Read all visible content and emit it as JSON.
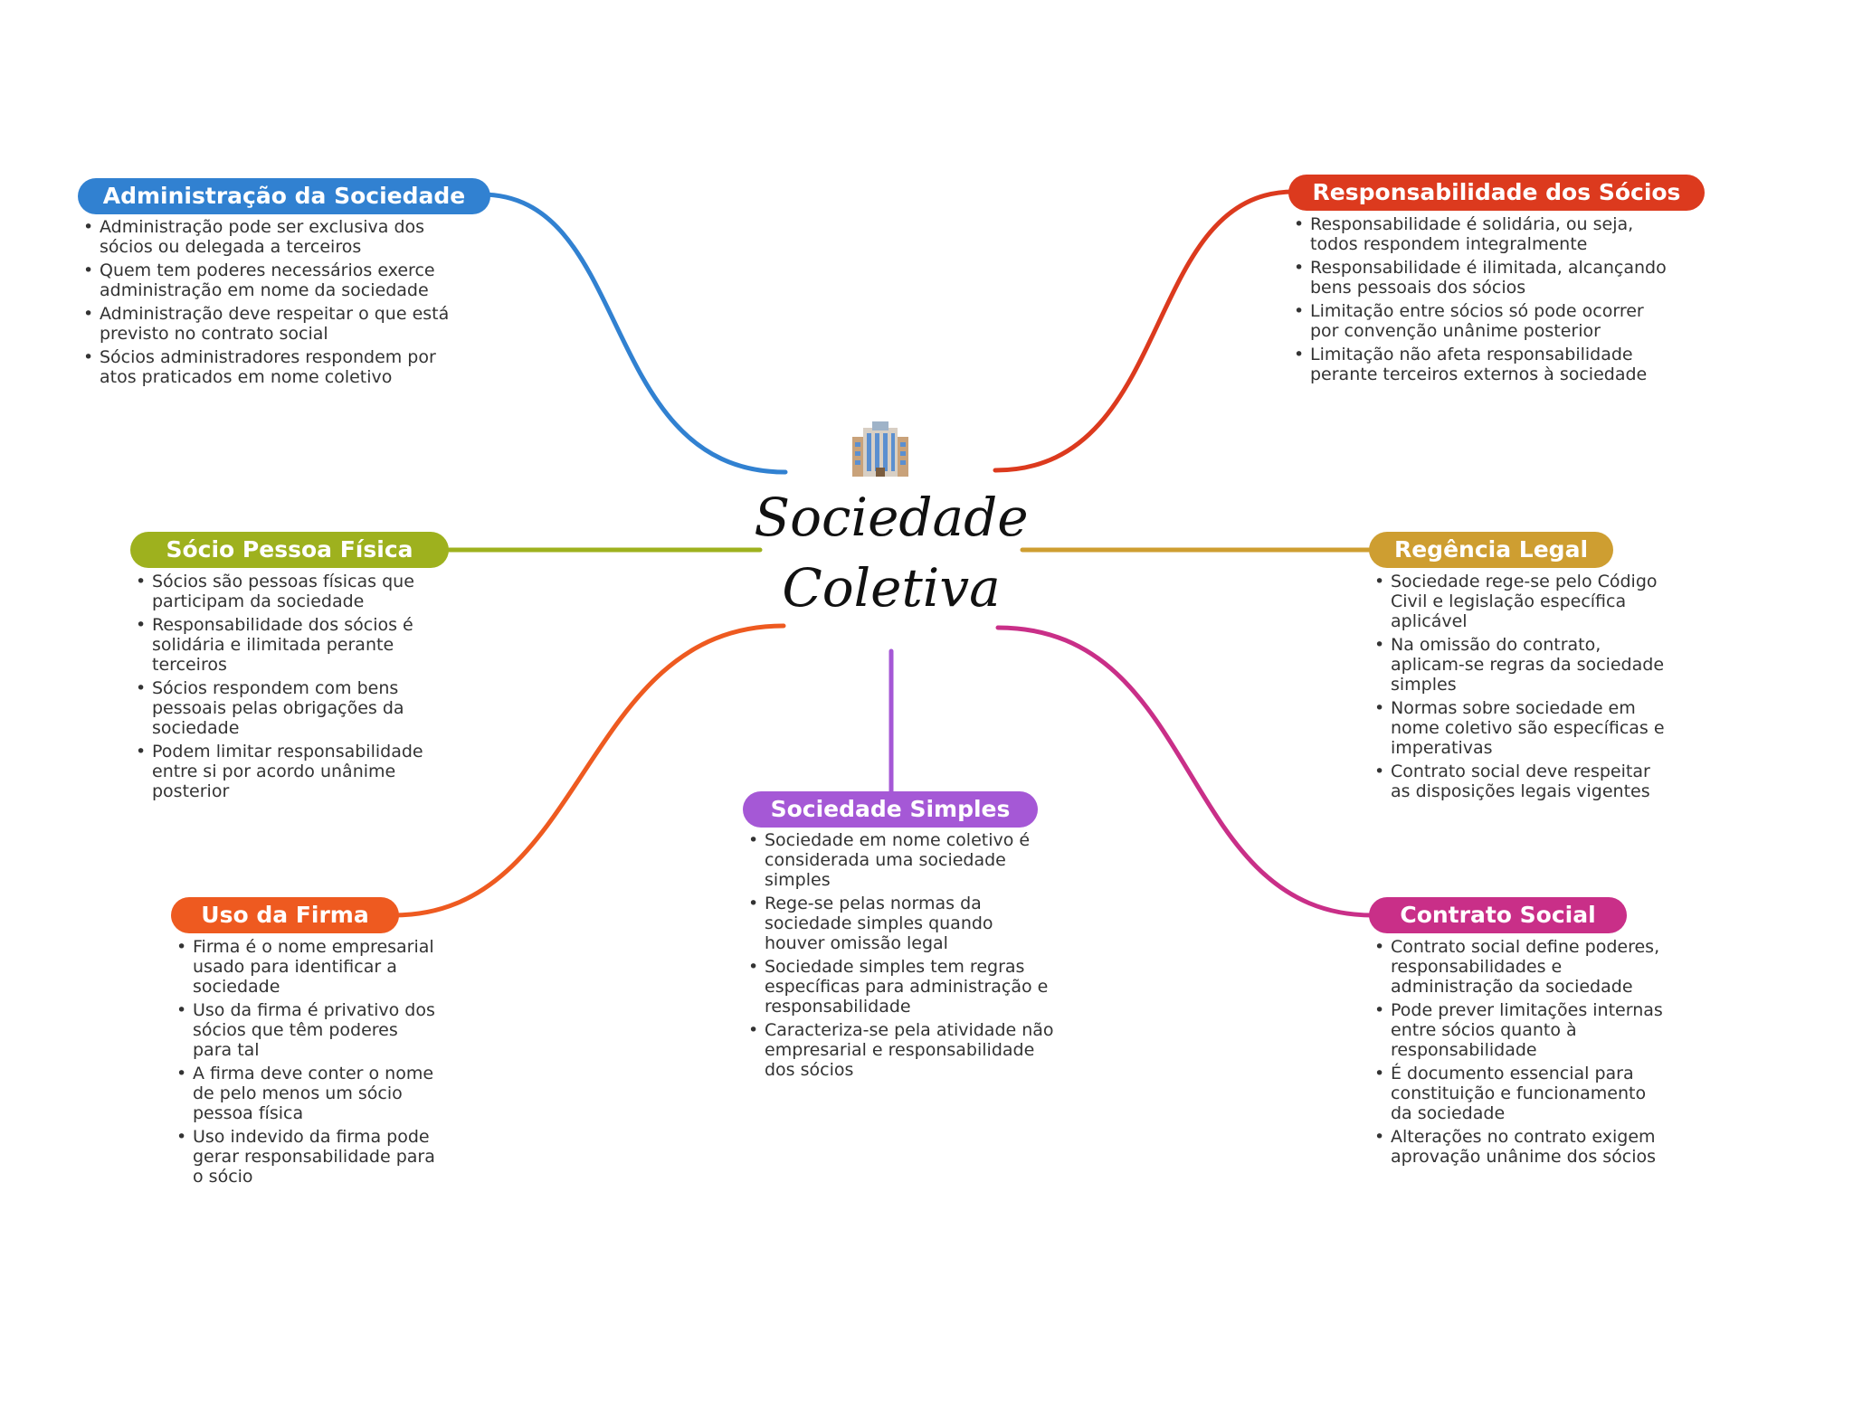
{
  "central": {
    "title": "Sociedade Coletiva",
    "icon": "office-building-icon"
  },
  "colors": {
    "administracao": "#3181D1",
    "responsabilidade": "#DC3A1E",
    "socio_pessoa": "#9EB11E",
    "regencia": "#CE9E31",
    "uso_firma": "#EE5A20",
    "sociedade_simples": "#A558D6",
    "contrato": "#C92F88"
  },
  "branches": {
    "administracao": {
      "title": "Administração da Sociedade",
      "items": [
        "Administração pode ser exclusiva dos sócios ou delegada a terceiros",
        "Quem tem poderes necessários exerce administração em nome da sociedade",
        "Administração deve respeitar o que está previsto no contrato social",
        "Sócios administradores respondem por atos praticados em nome coletivo"
      ]
    },
    "responsabilidade": {
      "title": "Responsabilidade dos Sócios",
      "items": [
        "Responsabilidade é solidária, ou seja, todos respondem integralmente",
        "Responsabilidade é ilimitada, alcançando bens pessoais dos sócios",
        "Limitação entre sócios só pode ocorrer por convenção unânime posterior",
        "Limitação não afeta responsabilidade perante terceiros externos à sociedade"
      ]
    },
    "socio_pessoa": {
      "title": "Sócio Pessoa Física",
      "items": [
        "Sócios são pessoas físicas que participam da sociedade",
        "Responsabilidade dos sócios é solidária e ilimitada perante terceiros",
        "Sócios respondem com bens pessoais pelas obrigações da sociedade",
        "Podem limitar responsabilidade entre si por acordo unânime posterior"
      ]
    },
    "regencia": {
      "title": "Regência Legal",
      "items": [
        "Sociedade rege-se pelo Código Civil e legislação específica aplicável",
        "Na omissão do contrato, aplicam-se regras da sociedade simples",
        "Normas sobre sociedade em nome coletivo são específicas e imperativas",
        "Contrato social deve respeitar as disposições legais vigentes"
      ]
    },
    "uso_firma": {
      "title": "Uso da Firma",
      "items": [
        "Firma é o nome empresarial usado para identificar a sociedade",
        "Uso da firma é privativo dos sócios que têm poderes para tal",
        "A firma deve conter o nome de pelo menos um sócio pessoa física",
        "Uso indevido da firma pode gerar responsabilidade para o sócio"
      ]
    },
    "sociedade_simples": {
      "title": "Sociedade Simples",
      "items": [
        "Sociedade em nome coletivo é considerada uma sociedade simples",
        "Rege-se pelas normas da sociedade simples quando houver omissão legal",
        "Sociedade simples tem regras específicas para administração e responsabilidade",
        "Caracteriza-se pela atividade não empresarial e responsabilidade dos sócios"
      ]
    },
    "contrato": {
      "title": "Contrato Social",
      "items": [
        "Contrato social define poderes, responsabilidades e administração da sociedade",
        "Pode prever limitações internas entre sócios quanto à responsabilidade",
        "É documento essencial para constituição e funcionamento da sociedade",
        "Alterações no contrato exigem aprovação unânime dos sócios"
      ]
    }
  }
}
